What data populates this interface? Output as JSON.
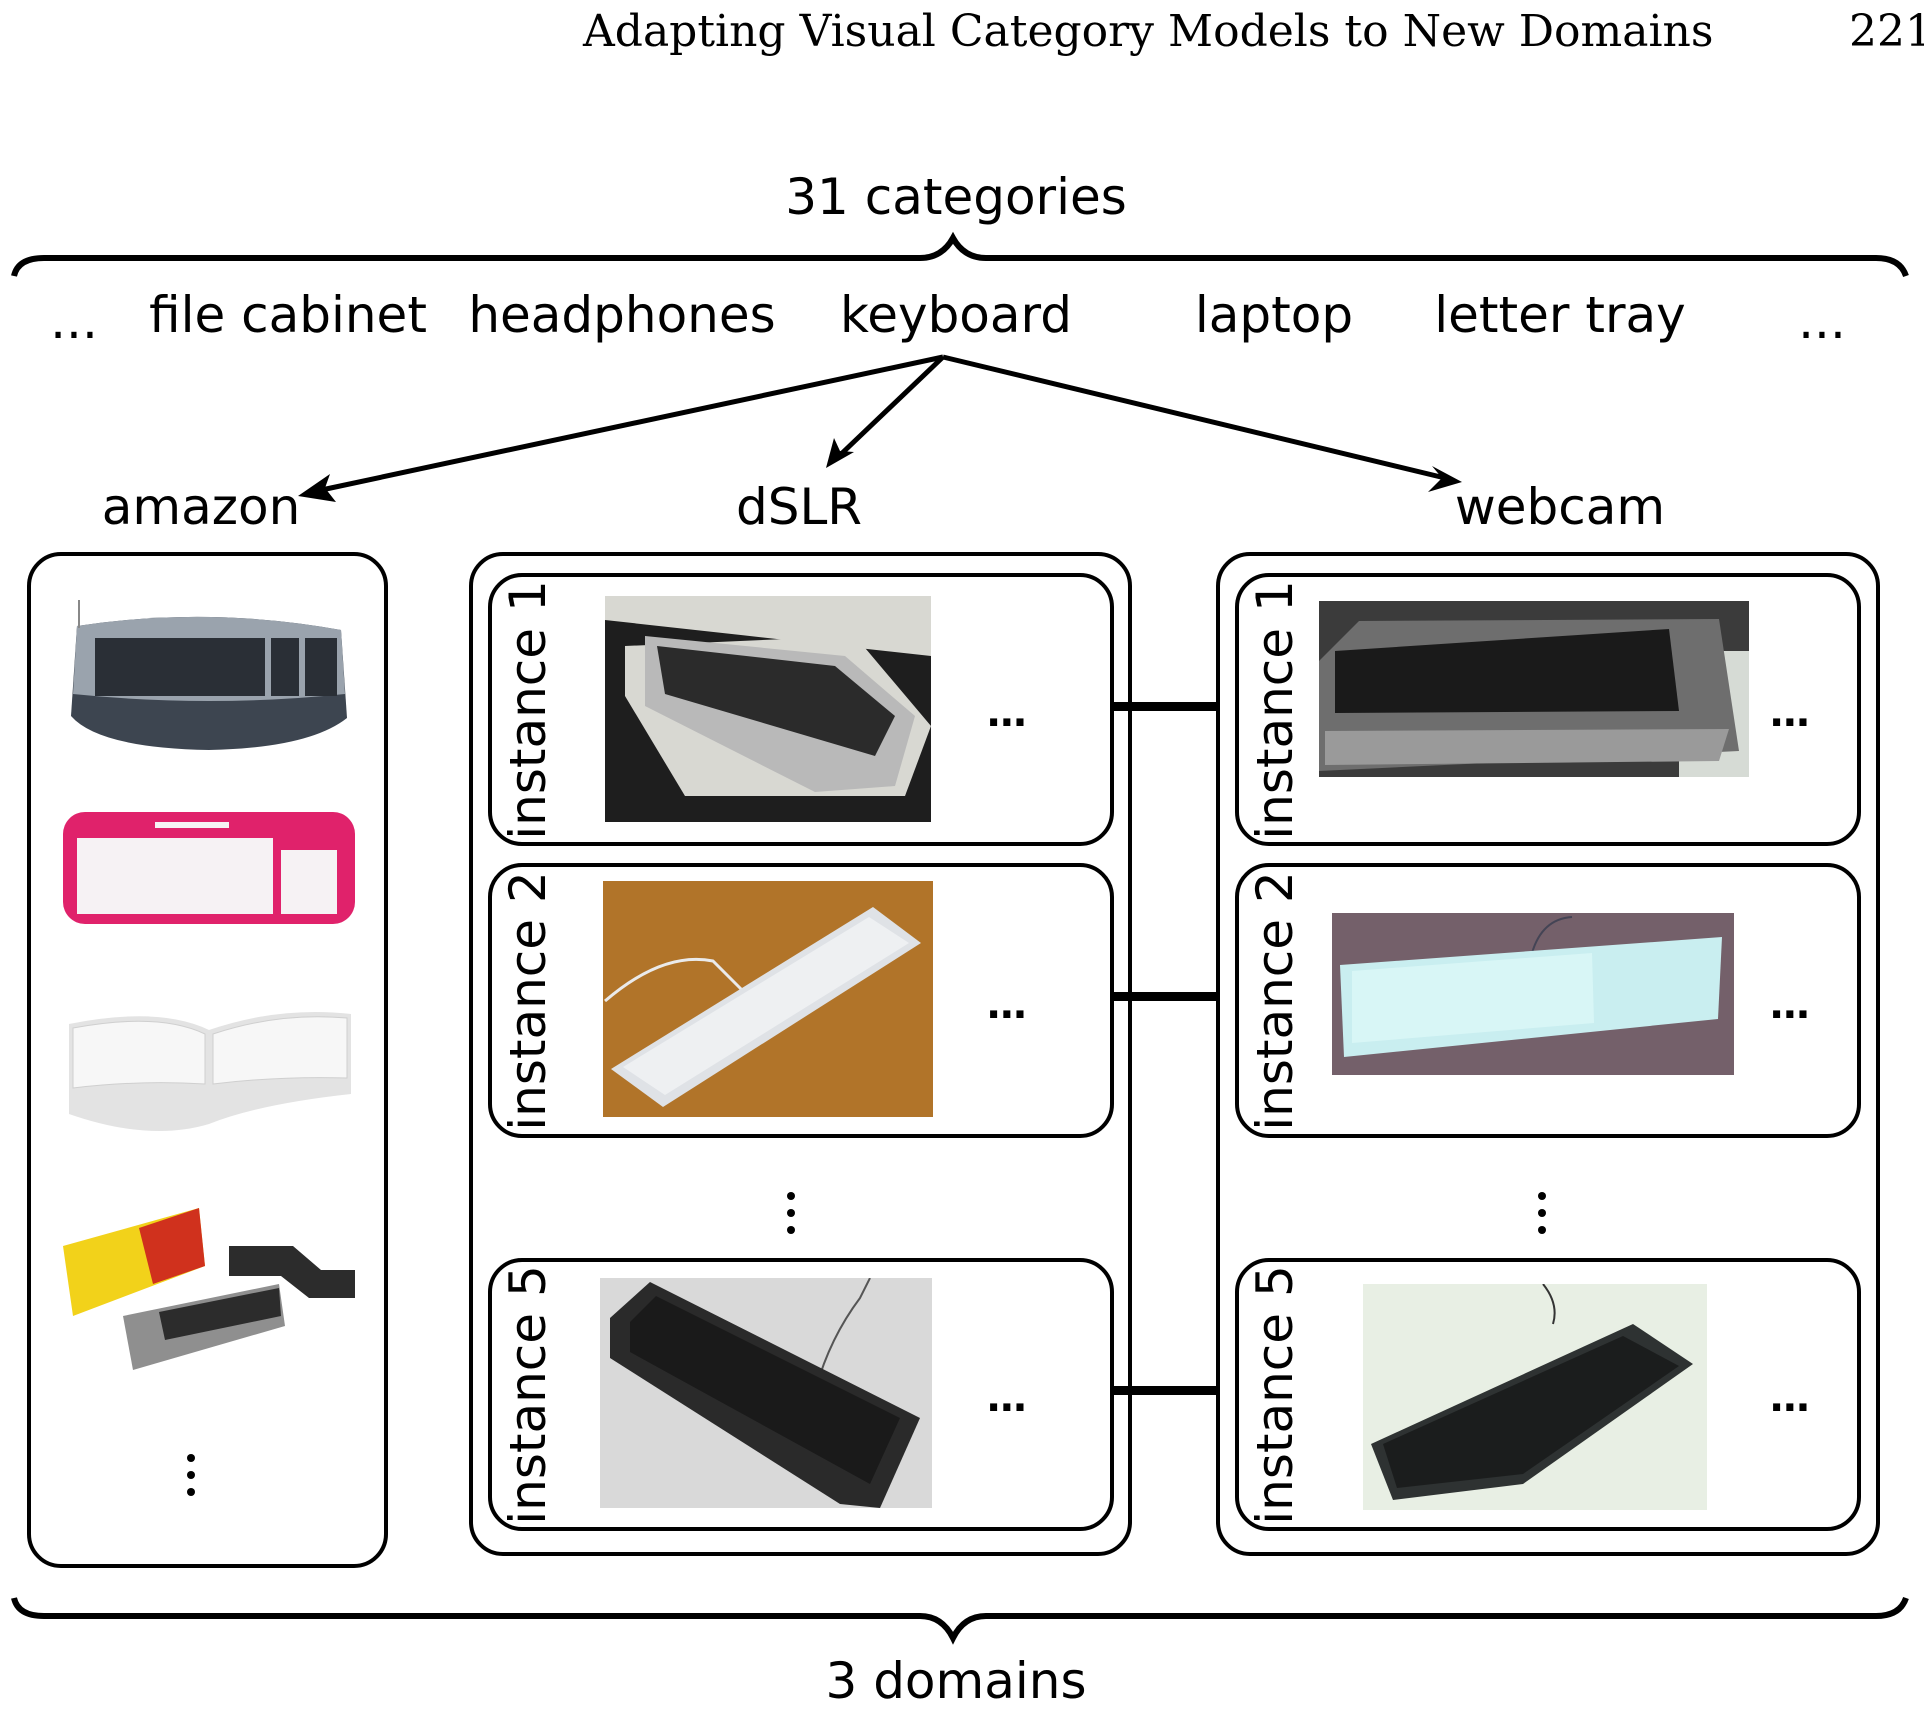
{
  "header": {
    "running_title": "Adapting Visual Category Models to New Domains",
    "page_number": "221"
  },
  "figure": {
    "top_label": "31 categories",
    "bottom_label": "3 domains",
    "categories": [
      "...",
      "file cabinet",
      "headphones",
      "keyboard",
      "laptop",
      "letter tray",
      "..."
    ],
    "selected_category": "keyboard",
    "domains": [
      {
        "name": "amazon",
        "images": [
          {
            "desc": "silver and black ergonomic keyboard",
            "colors": {
              "bg": "#ffffff",
              "body": "#9aa3ad",
              "keys": "#2a2f36",
              "rest": "#3d4550"
            }
          },
          {
            "desc": "pink keyboard with white keys",
            "colors": {
              "bg": "#ffffff",
              "body": "#e0226b",
              "keys": "#f6f2f4",
              "rest": "#e0226b"
            }
          },
          {
            "desc": "white split ergonomic keyboard",
            "colors": {
              "bg": "#ffffff",
              "body": "#ececec",
              "keys": "#f7f7f7",
              "rest": "#e3e3e3"
            }
          },
          {
            "desc": "gaming keyboard with retail box",
            "colors": {
              "bg": "#ffffff",
              "body": "#8f8f8f",
              "keys": "#2c2c2c",
              "box": "#f2d21a",
              "accent": "#d0311d"
            }
          }
        ],
        "more": "⋮"
      },
      {
        "name": "dSLR",
        "instances": [
          {
            "label": "instance 1",
            "desc": "grey keyboard in drawer",
            "more": "...",
            "colors": {
              "bg": "#1e1e1e",
              "body": "#b9b9b9",
              "keys": "#2b2b2b",
              "surface": "#d8d8d2"
            }
          },
          {
            "label": "instance 2",
            "desc": "white keyboard on wooden table",
            "more": "...",
            "colors": {
              "bg": "#b87a2e",
              "body": "#dfe2e6",
              "keys": "#eef0f2",
              "surface": "#a96d24"
            }
          },
          {
            "label": "instance 5",
            "desc": "black keyboard on grey desk",
            "more": "...",
            "colors": {
              "bg": "#d9d9d9",
              "body": "#2a2a2a",
              "keys": "#1a1a1a",
              "surface": "#dcdcdc"
            }
          }
        ],
        "more": "⋮"
      },
      {
        "name": "webcam",
        "instances": [
          {
            "label": "instance 1",
            "desc": "grey keyboard low-res webcam",
            "more": "...",
            "colors": {
              "bg": "#3b3b3b",
              "body": "#6e6e6e",
              "keys": "#1a1a1a",
              "surface": "#d6dbd5"
            }
          },
          {
            "label": "instance 2",
            "desc": "white keyboard bluish cast on brown desk",
            "more": "...",
            "colors": {
              "bg": "#6a5862",
              "body": "#c9eef0",
              "keys": "#d8f6f6",
              "surface": "#7c6670"
            }
          },
          {
            "label": "instance 5",
            "desc": "black keyboard on pale desk",
            "more": "...",
            "colors": {
              "bg": "#e8efe4",
              "body": "#2e3232",
              "keys": "#1b1d1d",
              "surface": "#e6ede2"
            }
          }
        ],
        "more": "⋮"
      }
    ]
  }
}
